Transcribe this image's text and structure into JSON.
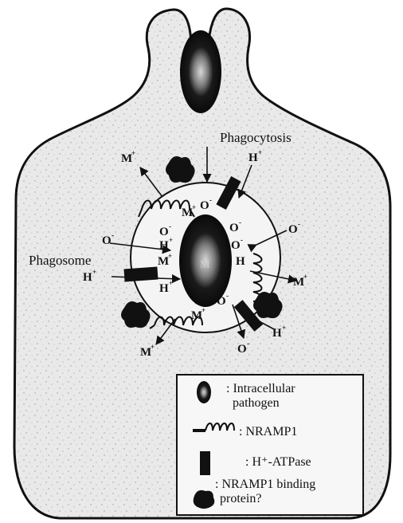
{
  "labels": {
    "phagocytosis": "Phagocytosis",
    "phagosome": "Phagosome",
    "h_plus": "H",
    "m_plus": "M",
    "o_minus": "O",
    "plus_sign": "+",
    "minus_sign": "-",
    "m_center": "M"
  },
  "legend": {
    "pathogen_line1": ": Intracellular",
    "pathogen_line2": "pathogen",
    "nramp1": ": NRAMP1",
    "h_atpase": ": H⁺-ATPase",
    "binding_line1": ": NRAMP1 binding",
    "binding_line2": "protein?"
  },
  "icons": {
    "pathogen": "pathogen-oval-icon",
    "nramp1": "nramp1-coil-icon",
    "h_atpase": "h-atpase-block-icon",
    "binding": "binding-protein-blob-icon"
  }
}
